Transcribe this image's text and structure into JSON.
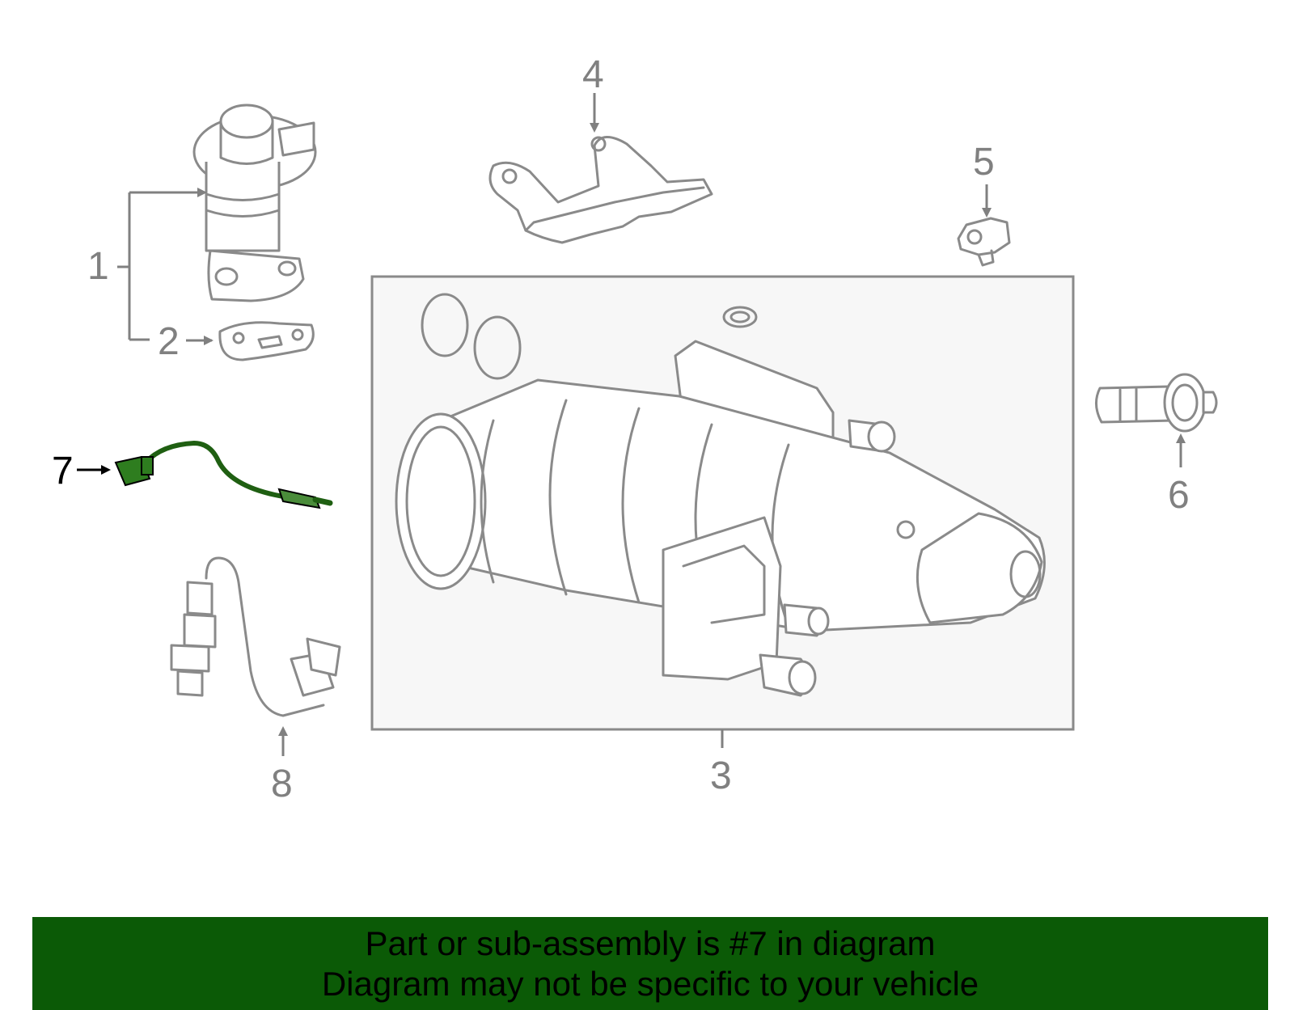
{
  "callouts": {
    "c1": "1",
    "c2": "2",
    "c3": "3",
    "c4": "4",
    "c5": "5",
    "c6": "6",
    "c7": "7",
    "c8": "8"
  },
  "highlighted_part": "7",
  "colors": {
    "banner": "#0b5a06",
    "highlight_part": "#1f5f12",
    "line_art": "#8a8a8a",
    "box_fill": "#f7f7f7"
  },
  "banner": {
    "line1": "Part or sub-assembly is #7 in diagram",
    "line2": "Diagram may not be specific to your vehicle"
  }
}
